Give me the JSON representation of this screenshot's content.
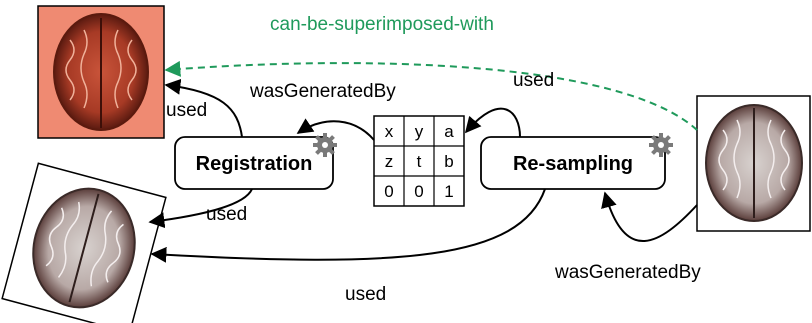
{
  "relation_labels": {
    "superimposed": "can-be-superimposed-with",
    "used_top_left": "used",
    "generated_top": "wasGeneratedBy",
    "used_top_mid": "used",
    "used_left_lower": "used",
    "generated_bottom": "wasGeneratedBy",
    "used_bottom": "used"
  },
  "processes": {
    "registration": "Registration",
    "resampling": "Re-sampling"
  },
  "matrix": [
    [
      "x",
      "y",
      "a"
    ],
    [
      "z",
      "t",
      "b"
    ],
    [
      "0",
      "0",
      "1"
    ]
  ],
  "colors": {
    "green": "#1f9a5b",
    "overlay": "#ef8a72",
    "black": "#000000"
  }
}
